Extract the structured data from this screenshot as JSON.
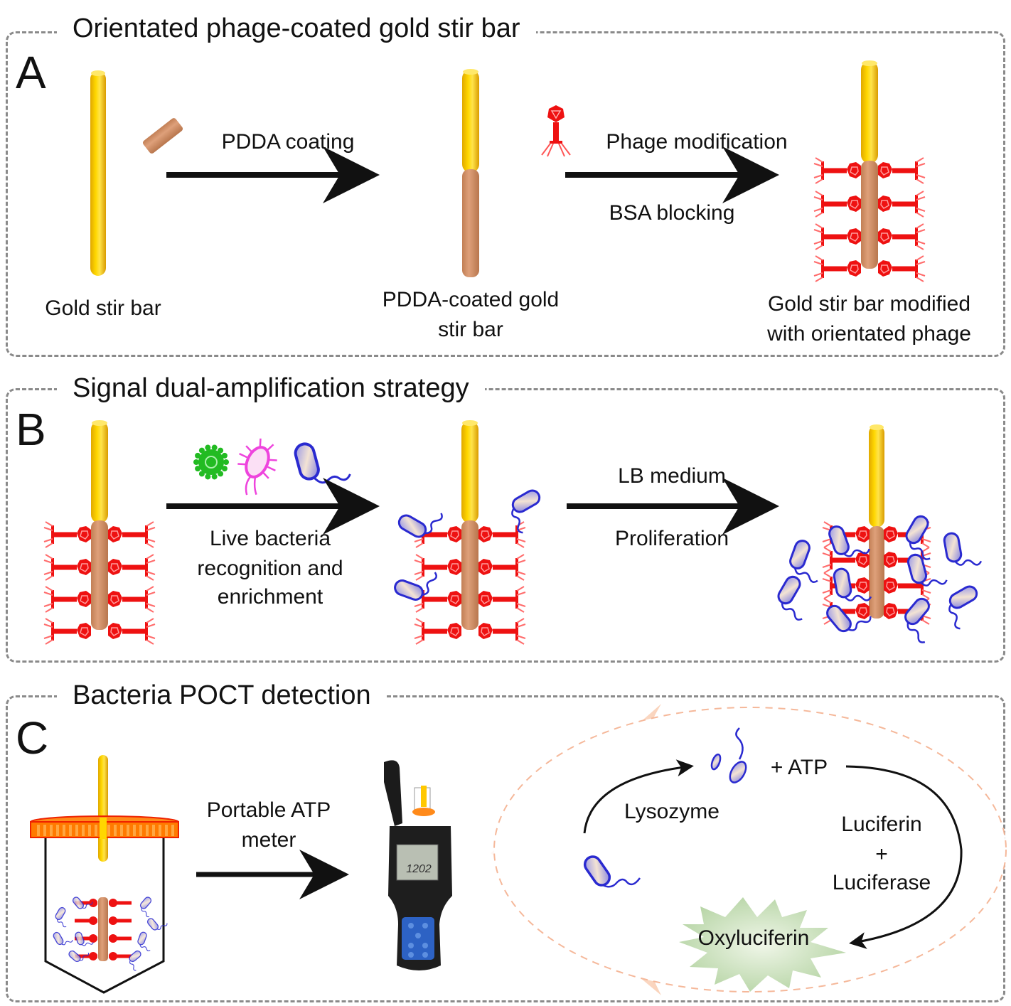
{
  "panels": [
    {
      "letter": "A",
      "title": "Orientated phage-coated gold stir bar",
      "captions": {
        "gold_bar": "Gold stir bar",
        "pdda_bar_line1": "PDDA-coated gold",
        "pdda_bar_line2": "stir bar",
        "phage_bar_line1": "Gold stir bar modified",
        "phage_bar_line2": "with orientated phage"
      },
      "arrows": [
        {
          "above": "PDDA coating",
          "below": ""
        },
        {
          "above": "Phage modification",
          "below": "BSA blocking"
        }
      ]
    },
    {
      "letter": "B",
      "title": "Signal dual-amplification strategy",
      "arrows": [
        {
          "above": "",
          "below_lines": [
            "Live bacteria",
            "recognition and",
            "enrichment"
          ]
        },
        {
          "above": "LB medium",
          "below": "Proliferation"
        }
      ]
    },
    {
      "letter": "C",
      "title": "Bacteria POCT detection",
      "arrow": {
        "above_lines": [
          "Portable ATP",
          "meter"
        ]
      },
      "meter_display": "1202",
      "cycle": {
        "lysis": "Lysozyme",
        "product": "+ ATP",
        "reagents_line1": "Luciferin",
        "reagents_plus": "+",
        "reagents_line2": "Luciferase",
        "output": "Oxyluciferin"
      }
    }
  ],
  "colors": {
    "gold": "#f5c400",
    "pdda": "#d4936a",
    "phage": "#ee1111",
    "bacteria": "#2a2ad0",
    "green_virus": "#22bb22",
    "pink_bacteria": "#ee44dd",
    "cap": "#ff7a00",
    "glow": "#b9d8a8",
    "dashed_border": "#8a8a8a"
  }
}
